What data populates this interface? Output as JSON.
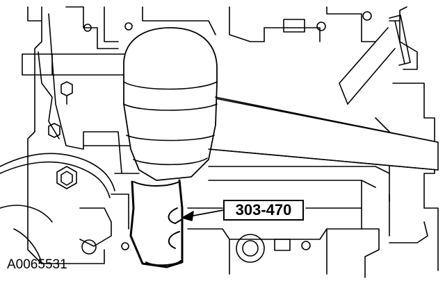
{
  "callout": {
    "tool_number": "303-470"
  },
  "figure": {
    "id": "A0065531"
  },
  "colors": {
    "line": "#000000",
    "background": "#ffffff"
  },
  "parts": {
    "hammer": "mallet-icon",
    "tool": "seal-installer-icon",
    "engine": "engine-block-illustration"
  }
}
